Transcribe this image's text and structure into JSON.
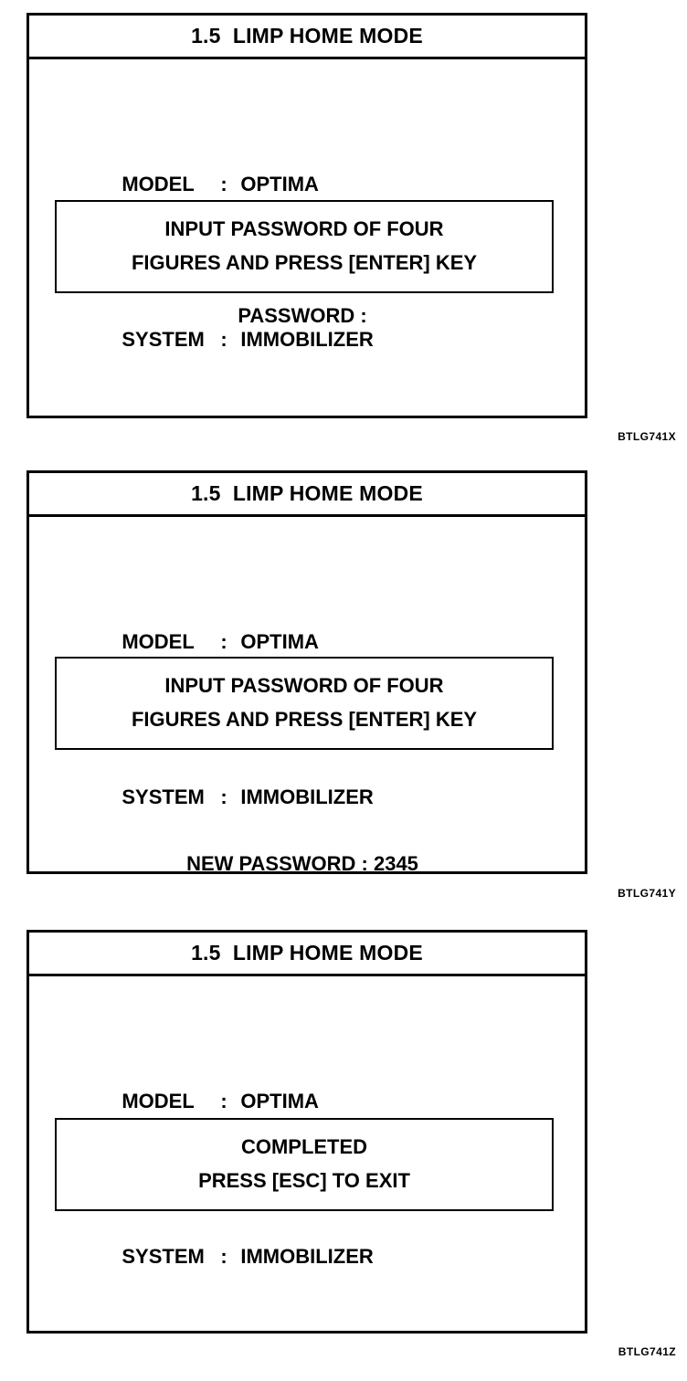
{
  "figures": [
    {
      "screen": {
        "title": "1.5  LIMP HOME MODE",
        "info": [
          {
            "label": "MODEL",
            "sep": ":",
            "value": "OPTIMA"
          },
          {
            "label": "SYSTEM",
            "sep": ":",
            "value": "IMMOBILIZER"
          }
        ],
        "message_box": {
          "lines": [
            "INPUT PASSWORD OF FOUR",
            "FIGURES AND PRESS [ENTER] KEY"
          ]
        },
        "status": "PASSWORD :"
      },
      "caption": "BTLG741X"
    },
    {
      "screen": {
        "title": "1.5  LIMP HOME MODE",
        "info": [
          {
            "label": "MODEL",
            "sep": ":",
            "value": "OPTIMA"
          },
          {
            "label": "SYSTEM",
            "sep": ":",
            "value": "IMMOBILIZER"
          }
        ],
        "message_box": {
          "lines": [
            "INPUT PASSWORD OF FOUR",
            "FIGURES AND PRESS [ENTER] KEY"
          ]
        },
        "status": "NEW PASSWORD : 2345"
      },
      "caption": "BTLG741Y"
    },
    {
      "screen": {
        "title": "1.5  LIMP HOME MODE",
        "info": [
          {
            "label": "MODEL",
            "sep": ":",
            "value": "OPTIMA"
          },
          {
            "label": "SYSTEM",
            "sep": ":",
            "value": "IMMOBILIZER"
          }
        ],
        "message_box": {
          "lines": [
            "COMPLETED",
            "PRESS [ESC] TO EXIT"
          ]
        },
        "status": ""
      },
      "caption": "BTLG741Z"
    }
  ],
  "colors": {
    "ink": "#000000",
    "paper": "#ffffff"
  }
}
